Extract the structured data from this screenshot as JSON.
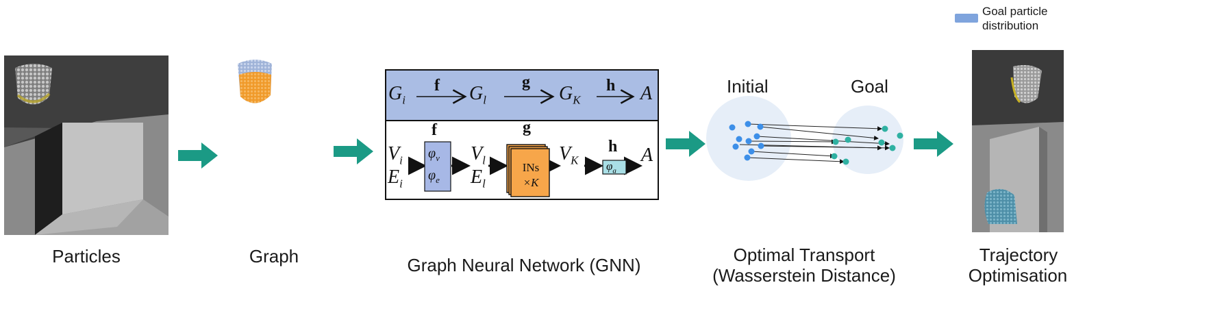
{
  "legend": {
    "label": "Goal particle distribution",
    "color": "#7fa4dd"
  },
  "particles": {
    "caption": "Particles"
  },
  "graph": {
    "caption": "Graph"
  },
  "gnn": {
    "caption": "Graph Neural Network (GNN)",
    "top_row": {
      "g_i_base": "G",
      "g_i_sub": "i",
      "g_l_base": "G",
      "g_l_sub": "l",
      "g_k_base": "G",
      "g_k_sub": "K",
      "a": "A",
      "f": "f",
      "g": "g",
      "h": "h"
    },
    "bottom": {
      "v_i_base": "V",
      "v_i_sub": "i",
      "e_i_base": "E",
      "e_i_sub": "i",
      "v_l_base": "V",
      "v_l_sub": "l",
      "e_l_base": "E",
      "e_l_sub": "l",
      "v_k_base": "V",
      "v_k_sub": "K",
      "a": "A",
      "f": "f",
      "g": "g",
      "h": "h",
      "phi_v_base": "φ",
      "phi_v_sub": "v",
      "phi_e_base": "φ",
      "phi_e_sub": "e",
      "phi_a_base": "φ",
      "phi_a_sub": "a",
      "ins_line1": "INs",
      "ins_line2": "×K"
    },
    "colors": {
      "top_band": "#aabde4",
      "phi_box": "#a7b8e6",
      "ins_box": "#f7a64a",
      "phi_a_box": "#a9dfe6"
    }
  },
  "optimal_transport": {
    "initial_label": "Initial",
    "goal_label": "Goal",
    "caption_line1": "Optimal Transport",
    "caption_line2": "(Wasserstein Distance)",
    "colors": {
      "initial": "#3d8fe8",
      "goal": "#2fb1a2"
    }
  },
  "trajectory": {
    "caption_line1": "Trajectory",
    "caption_line2": "Optimisation"
  },
  "colors": {
    "arrow": "#1b9a85"
  }
}
